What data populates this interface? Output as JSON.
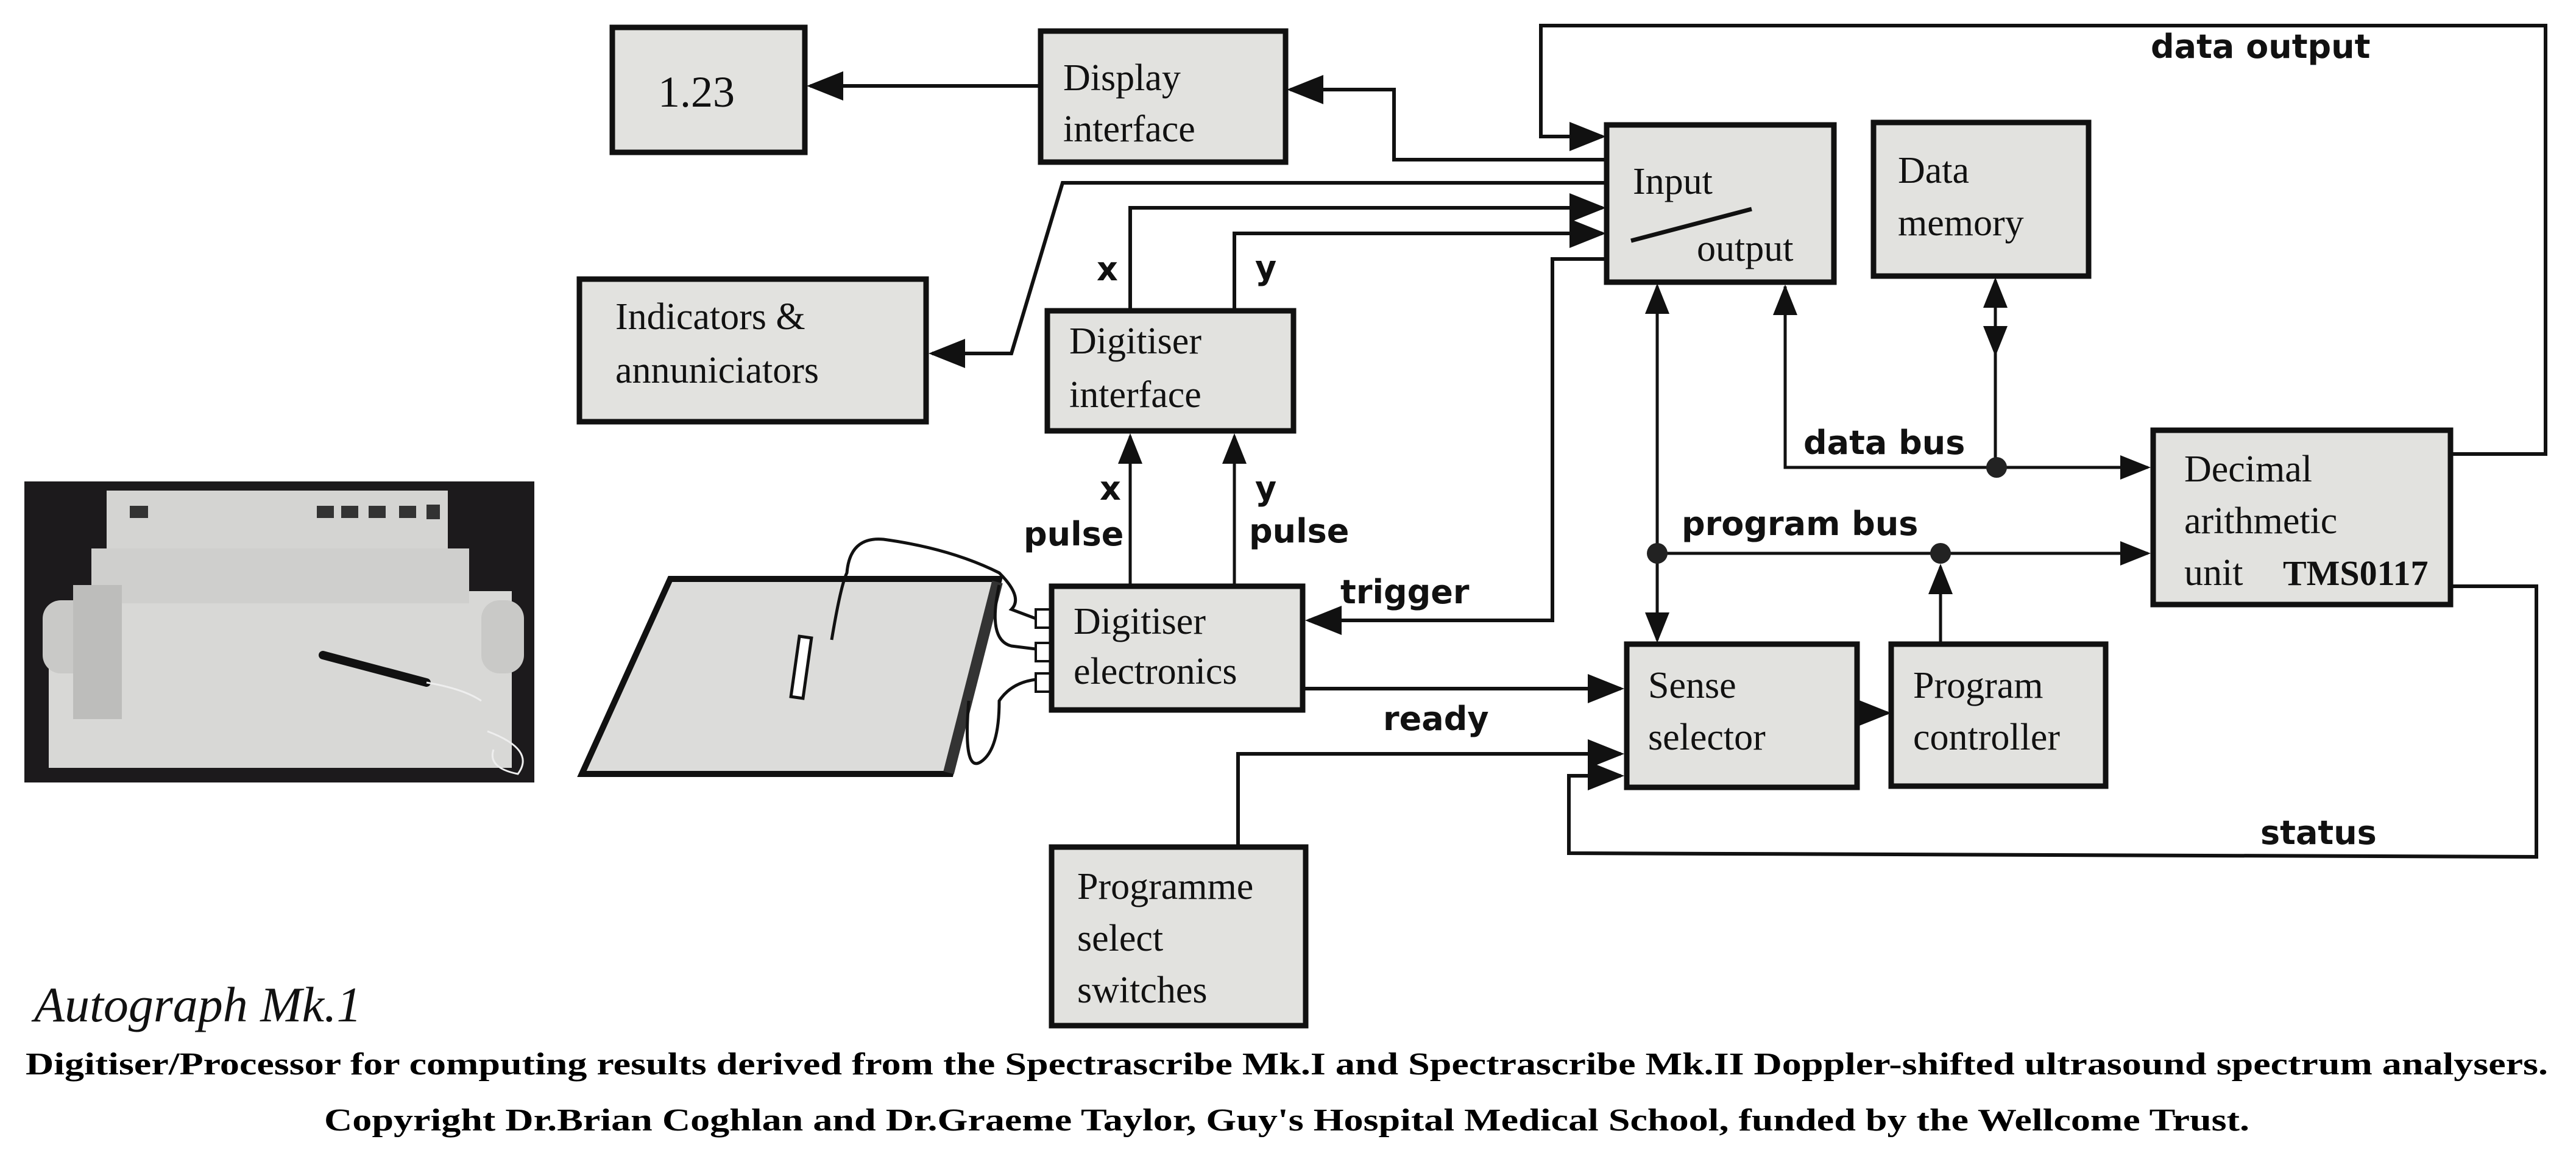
{
  "title": "Autograph Mk.1",
  "caption": {
    "line1": "Digitiser/Processor for computing results derived from the Spectrascribe Mk.I and Spectrascribe Mk.II Doppler-shifted ultrasound spectrum analysers.",
    "line2": "Copyright Dr.Brian Coghlan and Dr.Graeme Taylor, Guy's Hospital Medical School, funded by the Wellcome Trust."
  },
  "photo": {
    "description": "photo of Autograph Mk.1 digitiser unit with stylus"
  },
  "blocks": {
    "display": {
      "text": "1.23"
    },
    "display_interface": {
      "line1": "Display",
      "line2": "interface"
    },
    "indicators": {
      "line1": "Indicators &",
      "line2": "annuniciators"
    },
    "digitiser_interface": {
      "line1": "Digitiser",
      "line2": "interface"
    },
    "digitiser_electronics": {
      "line1": "Digitiser",
      "line2": "electronics"
    },
    "programme_switches": {
      "line1": "Programme",
      "line2": "select",
      "line3": "switches"
    },
    "io": {
      "line1": "Input",
      "line2": "output"
    },
    "data_memory": {
      "line1": "Data",
      "line2": "memory"
    },
    "decimal_unit": {
      "line1": "Decimal",
      "line2": "arithmetic",
      "line3": "unit",
      "chip": "TMS0117"
    },
    "sense_selector": {
      "line1": "Sense",
      "line2": "selector"
    },
    "program_controller": {
      "line1": "Program",
      "line2": "controller"
    }
  },
  "signals": {
    "x": "x",
    "y": "y",
    "x_pulse_1": "x",
    "x_pulse_2": "pulse",
    "y_pulse_1": "y",
    "y_pulse_2": "pulse",
    "trigger": "trigger",
    "ready": "ready",
    "data_output": "data output",
    "data_bus": "data bus",
    "program_bus": "program bus",
    "status": "status"
  }
}
